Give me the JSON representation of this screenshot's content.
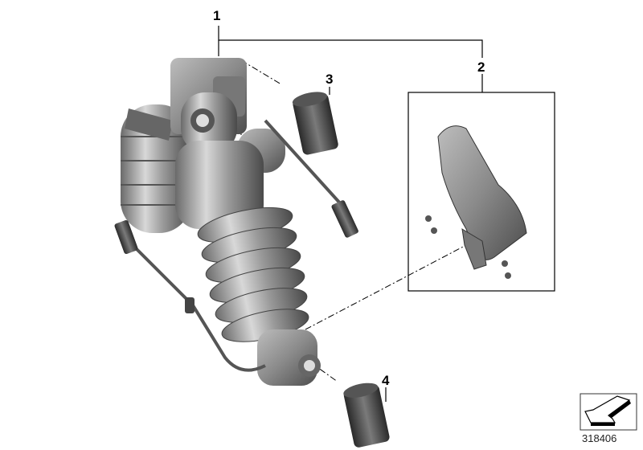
{
  "callouts": {
    "c1": "1",
    "c2": "2",
    "c3": "3",
    "c4": "4"
  },
  "diagram_number": "318406",
  "parts": [
    {
      "id": "1",
      "name": "shock-absorber-assembly"
    },
    {
      "id": "2",
      "name": "splash-guard-kit"
    },
    {
      "id": "3",
      "name": "upper-bolt"
    },
    {
      "id": "4",
      "name": "lower-bolt"
    }
  ]
}
